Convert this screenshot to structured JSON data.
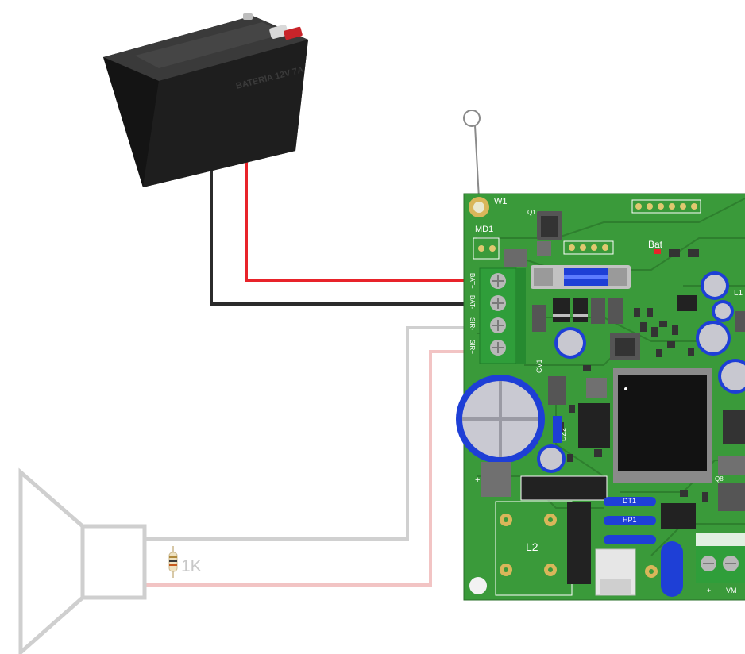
{
  "battery": {
    "label": "BATERIA 12V 7A"
  },
  "board": {
    "antenna_label": "W1",
    "module_label": "MD1",
    "bat_led_label": "Bat",
    "terminal_labels": [
      "BAT+",
      "BAT-",
      "SIR-",
      "SIR+"
    ],
    "component_labels": {
      "q1": "Q1",
      "cv1": "CV1",
      "dz2": "DZ2",
      "l2": "L2",
      "q8": "Q8",
      "l1": "L1",
      "dt1": "DT1",
      "hp1": "HP1",
      "vm_plus": "+",
      "vm": "VM",
      "cap_plus": "+"
    }
  },
  "resistor": {
    "label": "1K"
  },
  "colors": {
    "pcb": "#3a9a3a",
    "pcb_dark": "#2d7d2d",
    "wire_red": "#e8232a",
    "wire_black": "#2b2b2b",
    "wire_siren_gray": "#d0d0d0",
    "wire_siren_pink": "#f2c4c4",
    "terminal_green": "#2f9e3a"
  }
}
